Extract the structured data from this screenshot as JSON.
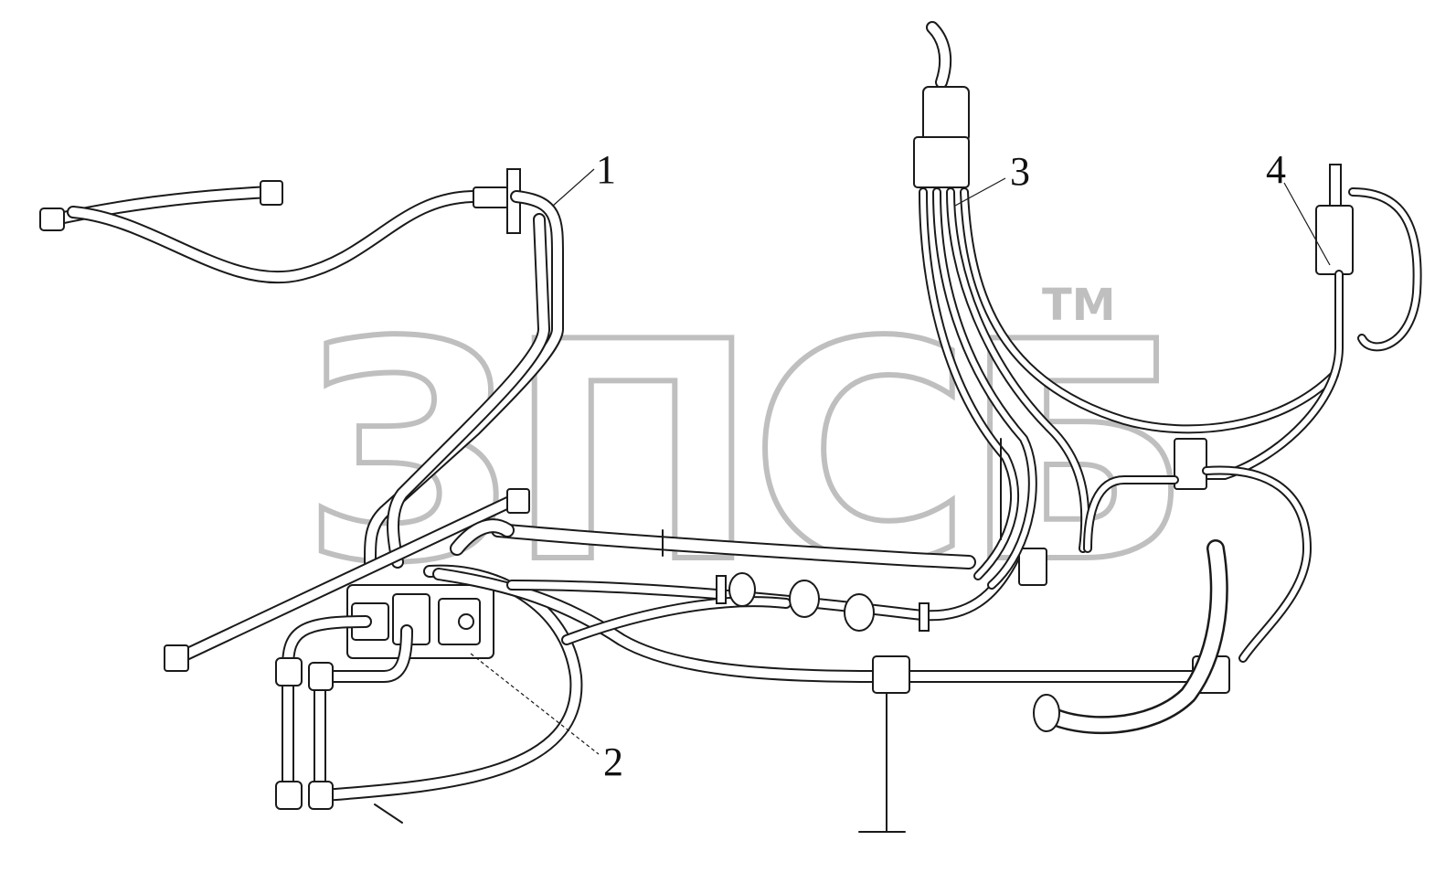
{
  "watermark": {
    "text": "ЗПСБ",
    "trademark": "TM",
    "color": "#9a9a9a"
  },
  "callouts": [
    {
      "id": "1",
      "label": "1"
    },
    {
      "id": "2",
      "label": "2"
    },
    {
      "id": "3",
      "label": "3"
    },
    {
      "id": "4",
      "label": "4"
    }
  ],
  "colors": {
    "line": "#1a1a1a",
    "background": "#ffffff"
  }
}
